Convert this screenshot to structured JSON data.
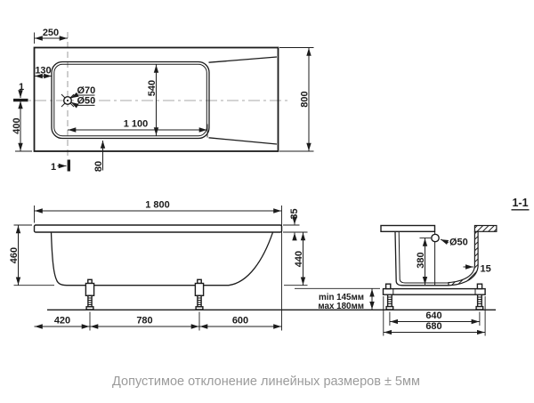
{
  "caption": "Допустимое отклонение линейных размеров ± 5мм",
  "top_view": {
    "dim_250": "250",
    "dim_130": "130",
    "dim_540": "540",
    "dim_1100": "1 100",
    "dim_400": "400",
    "dim_80": "80",
    "dim_800": "800",
    "drain_dia_outer": "Ø70",
    "drain_dia_inner": "Ø50",
    "section_mark": "1"
  },
  "side_view": {
    "dim_1800": "1 800",
    "dim_460": "460",
    "dim_35": "35",
    "dim_440": "440",
    "dim_420": "420",
    "dim_780": "780",
    "dim_600": "600",
    "leg_min": "min 145мм",
    "leg_max": "мах 180мм"
  },
  "section_view": {
    "label": "1-1",
    "overflow_dia": "Ø50",
    "dim_380": "380",
    "dim_15": "15",
    "dim_640": "640",
    "dim_680": "680"
  },
  "colors": {
    "line": "#1c1c1c",
    "centerline": "#a8a8a8",
    "caption": "#9b9b9b"
  }
}
